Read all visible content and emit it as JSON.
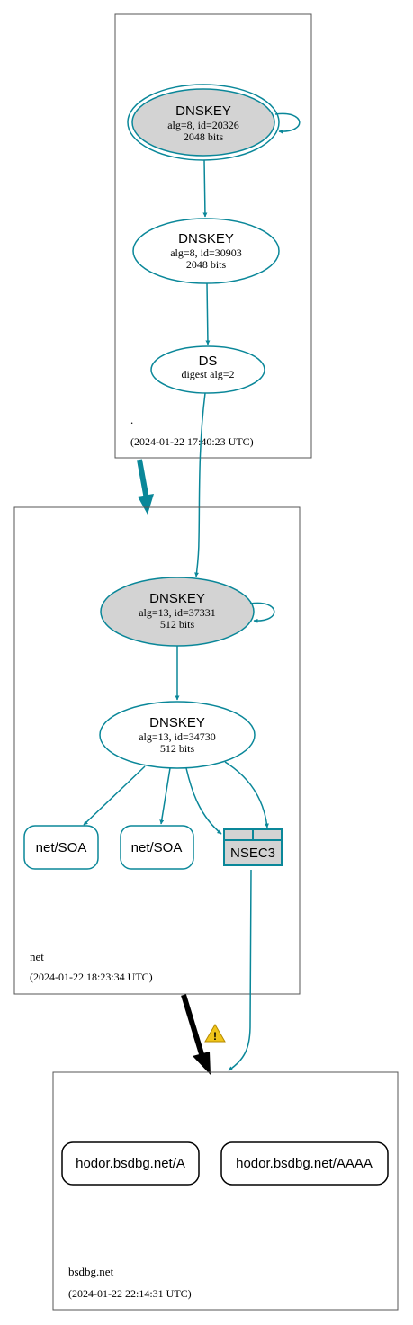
{
  "colors": {
    "edge": "#0a8799",
    "box_border": "#555555",
    "fill_ksk": "#d3d3d3",
    "fill_white": "#ffffff",
    "delegation_black": "#000000",
    "warning": "#f0c419"
  },
  "zones": {
    "root": {
      "name": ".",
      "timestamp": "(2024-01-22 17:40:23 UTC)"
    },
    "net": {
      "name": "net",
      "timestamp": "(2024-01-22 18:23:34 UTC)"
    },
    "bsdbg": {
      "name": "bsdbg.net",
      "timestamp": "(2024-01-22 22:14:31 UTC)"
    }
  },
  "nodes": {
    "root_ksk": {
      "type": "DNSKEY",
      "detail": "alg=8, id=20326",
      "size": "2048 bits"
    },
    "root_zsk": {
      "type": "DNSKEY",
      "detail": "alg=8, id=30903",
      "size": "2048 bits"
    },
    "root_ds": {
      "type": "DS",
      "detail": "digest alg=2"
    },
    "net_ksk": {
      "type": "DNSKEY",
      "detail": "alg=13, id=37331",
      "size": "512 bits"
    },
    "net_zsk": {
      "type": "DNSKEY",
      "detail": "alg=13, id=34730",
      "size": "512 bits"
    },
    "net_soa_1": {
      "label": "net/SOA"
    },
    "net_soa_2": {
      "label": "net/SOA"
    },
    "net_nsec3": {
      "label": "NSEC3"
    },
    "rr_a": {
      "label": "hodor.bsdbg.net/A"
    },
    "rr_aaaa": {
      "label": "hodor.bsdbg.net/AAAA"
    }
  },
  "icons": {
    "warning": "warning-icon"
  }
}
